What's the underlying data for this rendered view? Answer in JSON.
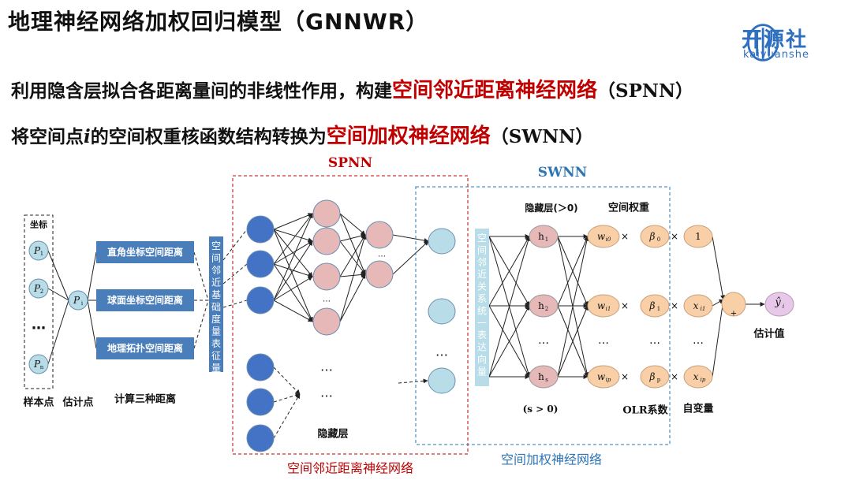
{
  "title": "地理神经网络加权回归模型（GNNWR）",
  "logo": {
    "name": "开源社",
    "sub": "kaiyuanshe",
    "icon": "kaiyuanshe-logo-icon"
  },
  "line1": {
    "prefix": "利用隐含层拟合各距离量间的非线性作用，构建",
    "highlight": "空间邻近距离神经网络",
    "suffix": "（SPNN）"
  },
  "line2": {
    "prefix_a": "将空间点",
    "var": "i",
    "prefix_b": "的空间权重核函数结构转换为",
    "highlight": "空间加权神经网络",
    "suffix": "（SWNN）"
  },
  "diagram": {
    "coord_label": "坐标",
    "sample_points": [
      "P1",
      "P2",
      "…",
      "Pn"
    ],
    "estimate_point": "Pi",
    "sample_label": "样本点",
    "estimate_label": "估计点",
    "distances": [
      "直角坐标空间距离",
      "球面坐标空间距离",
      "地理拓扑空间距离"
    ],
    "distance_caption": "计算三种距离",
    "spatial_base_vector": "空间邻近基础度量表征量",
    "spnn_title": "SPNN",
    "spnn_hidden": "隐藏层",
    "spnn_caption": "空间邻近距离神经网络",
    "swnn_title": "SWNN",
    "swnn_hidden": "隐藏层(＞0)",
    "swnn_weight": "空间权重",
    "swnn_relation_vector": "空间邻近关系统一表达向量",
    "swnn_caption": "空间加权神经网络",
    "hidden_nodes": [
      "h1",
      "h2",
      "…",
      "hs"
    ],
    "weights": [
      "wi0",
      "wi1",
      "…",
      "wip"
    ],
    "betas": [
      "β0",
      "β1",
      "…",
      "βp"
    ],
    "vars": [
      "1",
      "xi1",
      "…",
      "xip"
    ],
    "times": "×",
    "plus": "+",
    "output": "ŷi",
    "output_label": "估计值",
    "s_label": "(s > 0)",
    "olr_label": "OLR系数",
    "var_label": "自变量",
    "ellipsis": "…",
    "colors": {
      "red": "#c00000",
      "blue": "#2e75b6",
      "node_blue": "#4472c4",
      "node_pink": "#e6b8b8",
      "node_light": "#b8dde8",
      "node_orange": "#f8cfa6",
      "box_blue": "#4a7ebb"
    }
  }
}
